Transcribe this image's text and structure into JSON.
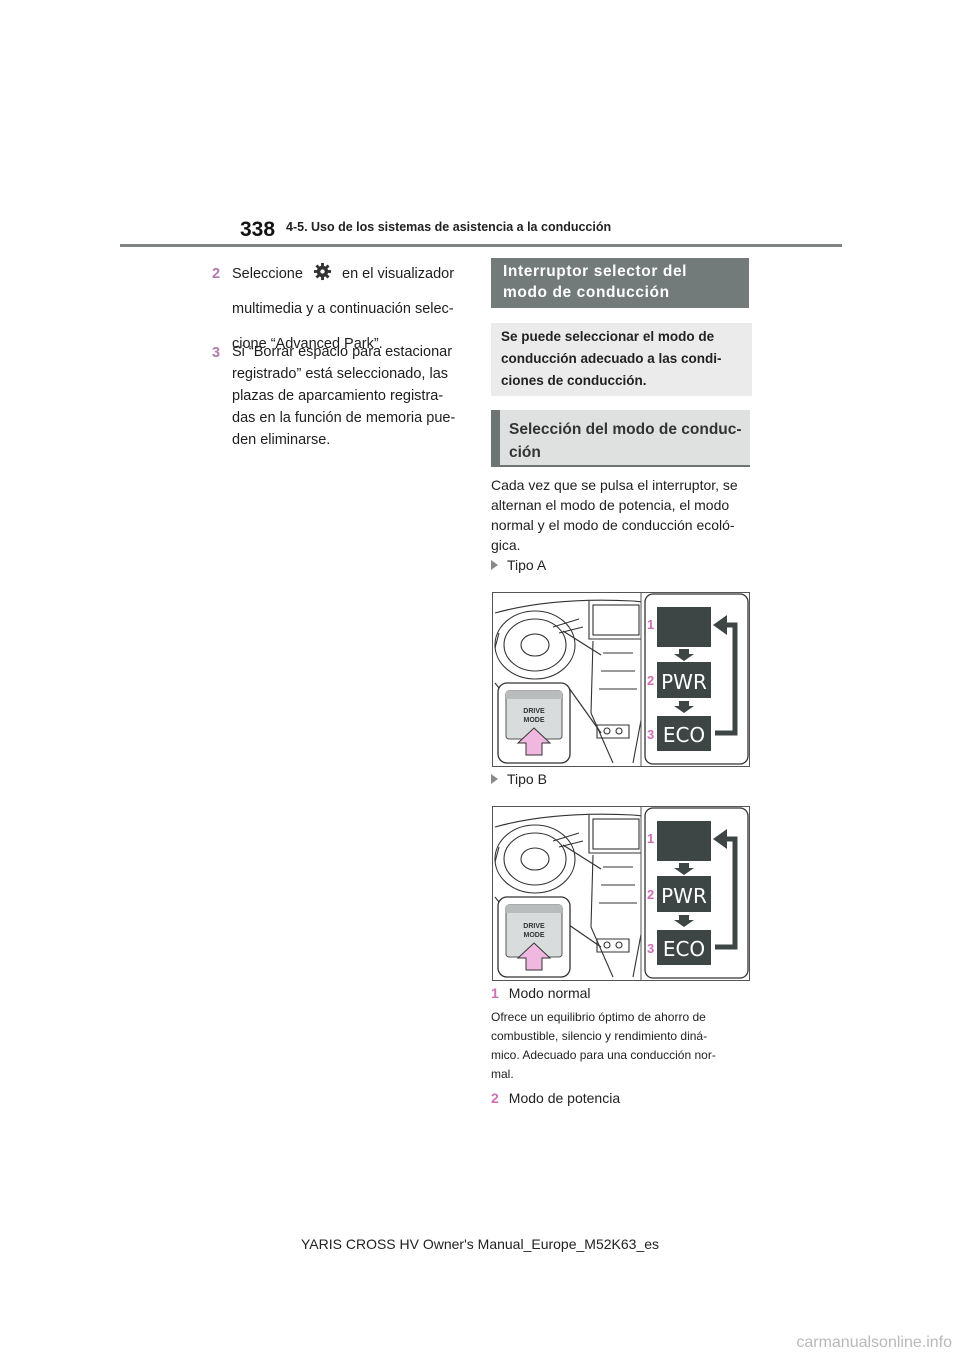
{
  "header": {
    "page_number": "338",
    "section": "4-5. Uso de los sistemas de asistencia a la conducción"
  },
  "left_steps": [
    {
      "num": "2",
      "lines": [
        "Seleccione",
        "en el visualizador",
        "multimedia y a continuación selec-",
        "cione “Advanced Park”."
      ],
      "icon": "gear-icon"
    },
    {
      "num": "3",
      "lines": [
        "Si “Borrar espacio para estacionar",
        "registrado” está seleccionado, las",
        "plazas de aparcamiento registra-",
        "das en la función de memoria pue-",
        "den eliminarse."
      ]
    }
  ],
  "right": {
    "banner": [
      "Interruptor selector del",
      "modo de conducción"
    ],
    "intro": [
      "Se puede seleccionar el modo de",
      "conducción adecuado a las condi-",
      "ciones de conducción."
    ],
    "subhead": [
      "Selección del modo de conduc-",
      "ción"
    ],
    "para": [
      "Cada vez que se pulsa el interruptor, se",
      "alternan el modo de potencia, el modo",
      "normal y el modo de conducción ecoló-",
      "gica."
    ],
    "type_a": "Tipo A",
    "type_b": "Tipo B",
    "figure": {
      "button_text_1": "DRIVE",
      "button_text_2": "MODE",
      "mode_labels": [
        "1",
        "2",
        "3"
      ],
      "mode_2_text": "PWR",
      "mode_3_text": "ECO"
    },
    "legend_1": {
      "num": "1",
      "text": "Modo normal"
    },
    "desc": [
      "Ofrece un equilibrio óptimo de ahorro de",
      "combustible, silencio y rendimiento diná-",
      "mico. Adecuado para una conducción nor-",
      "mal."
    ],
    "legend_2": {
      "num": "2",
      "text": "Modo de potencia"
    }
  },
  "footer": "YARIS CROSS HV Owner's Manual_Europe_M52K63_es",
  "watermark": "carmanualsonline.info",
  "colors": {
    "accent_pink": "#d16fb6",
    "banner_gray": "#737b7a",
    "step_num": "#b07aae"
  }
}
